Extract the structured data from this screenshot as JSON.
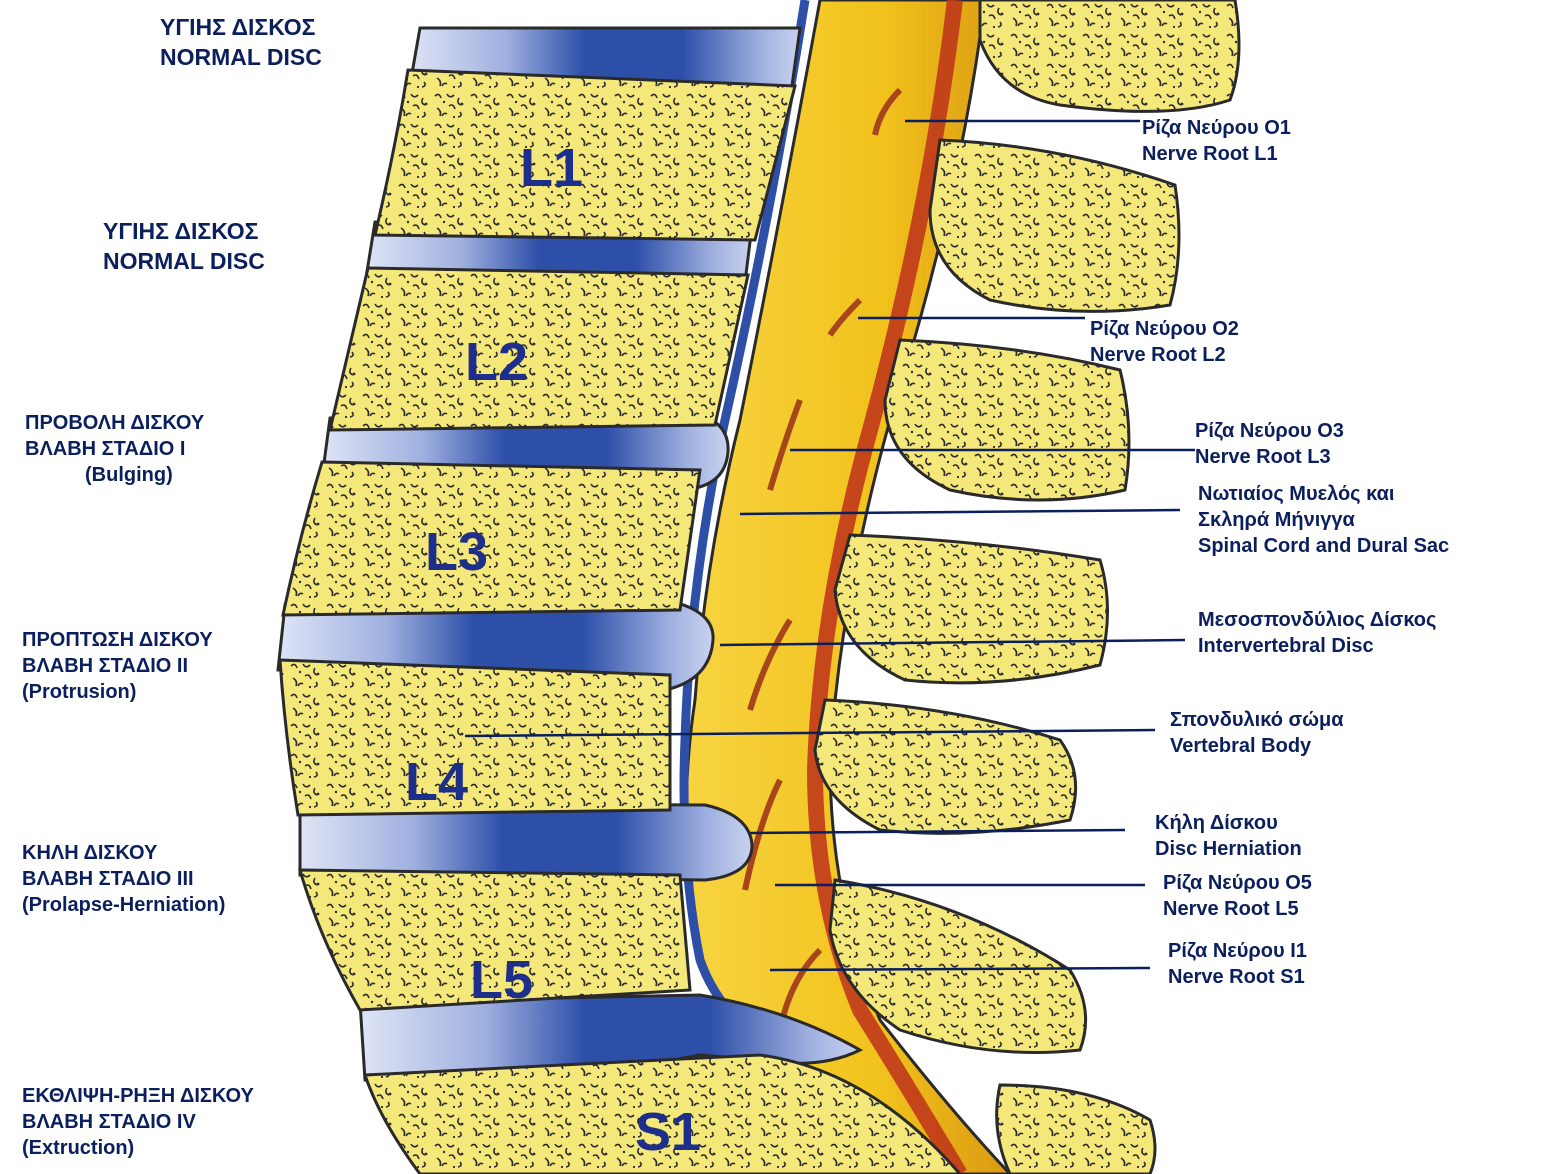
{
  "vertebrae": {
    "l1": "L1",
    "l2": "L2",
    "l3": "L3",
    "l4": "L4",
    "l5": "L5",
    "s1": "S1"
  },
  "left_labels": {
    "normal_disc_1": [
      "ΥΓΙΗΣ ΔΙΣΚΟΣ",
      "NORMAL DISC"
    ],
    "normal_disc_2": [
      "ΥΓΙΗΣ ΔΙΣΚΟΣ",
      "NORMAL DISC"
    ],
    "bulging": [
      "ΠΡΟΒΟΛΗ ΔΙΣΚΟΥ",
      "ΒΛΑΒΗ ΣΤΑΔΙΟ Ι",
      "(Bulging)"
    ],
    "protrusion": [
      "ΠΡΟΠΤΩΣΗ ΔΙΣΚΟΥ",
      "ΒΛΑΒΗ ΣΤΑΔΙΟ ΙΙ",
      "(Protrusion)"
    ],
    "prolapse": [
      "ΚΗΛΗ ΔΙΣΚΟΥ",
      "ΒΛΑΒΗ ΣΤΑΔΙΟ ΙΙΙ",
      "(Prolapse-Herniation)"
    ],
    "extrusion": [
      "ΕΚΘΛΙΨΗ-ΡΗΞΗ ΔΙΣΚΟΥ",
      "ΒΛΑΒΗ ΣΤΑΔΙΟ IV",
      "(Extruction)"
    ]
  },
  "right_labels": {
    "root_l1": [
      "Ρίζα Νεύρου Ο1",
      "Nerve Root L1"
    ],
    "root_l2": [
      "Ρίζα Νεύρου Ο2",
      "Nerve Root L2"
    ],
    "root_l3": [
      "Ρίζα Νεύρου Ο3",
      "Nerve Root L3"
    ],
    "spinal_cord": [
      "Νωτιαίος Μυελός και",
      "Σκληρά Μήνιγγα",
      "Spinal Cord and Dural Sac"
    ],
    "disc": [
      "Μεσοσπονδύλιος Δίσκος",
      "Intervertebral Disc"
    ],
    "vertebral_body": [
      "Σπονδυλικό σώμα",
      "Vertebral Body"
    ],
    "herniation": [
      "Κήλη Δίσκου",
      "Disc Herniation"
    ],
    "root_l5": [
      "Ρίζα Νεύρου Ο5",
      "Nerve Root L5"
    ],
    "root_s1": [
      "Ρίζα Νεύρου Ι1",
      "Nerve Root S1"
    ]
  },
  "colors": {
    "bone": "#f5e87a",
    "bone_outline": "#2a2a2a",
    "disc_blue": "#2d4fa8",
    "disc_light": "#c9d3ef",
    "cord_yellow": "#f2c21c",
    "nerve_red": "#c0391b",
    "label_navy": "#0b1f5c"
  }
}
